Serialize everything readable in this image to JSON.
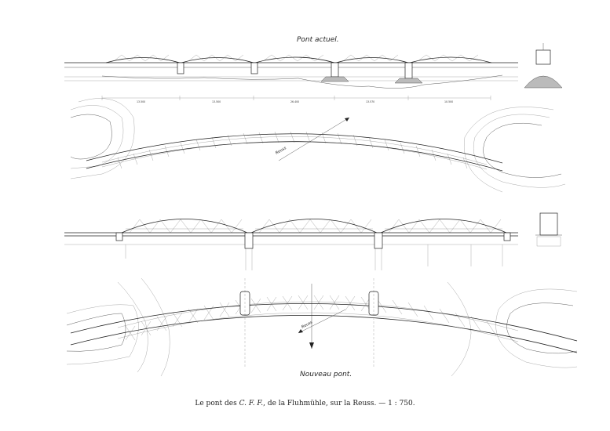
{
  "plate": {
    "title_top": "Pont actuel.",
    "title_bottom": "Nouveau pont.",
    "caption_prefix": "Le pont des ",
    "caption_italic": "C. F. F.",
    "caption_suffix": ", de la Fluhmühle, sur la Reuss. — 1 : 750."
  },
  "drawing": {
    "river_label": "Reuss",
    "spans_old": [
      "13.500",
      "13.500",
      "26.400",
      "13.570",
      "10.500"
    ]
  }
}
